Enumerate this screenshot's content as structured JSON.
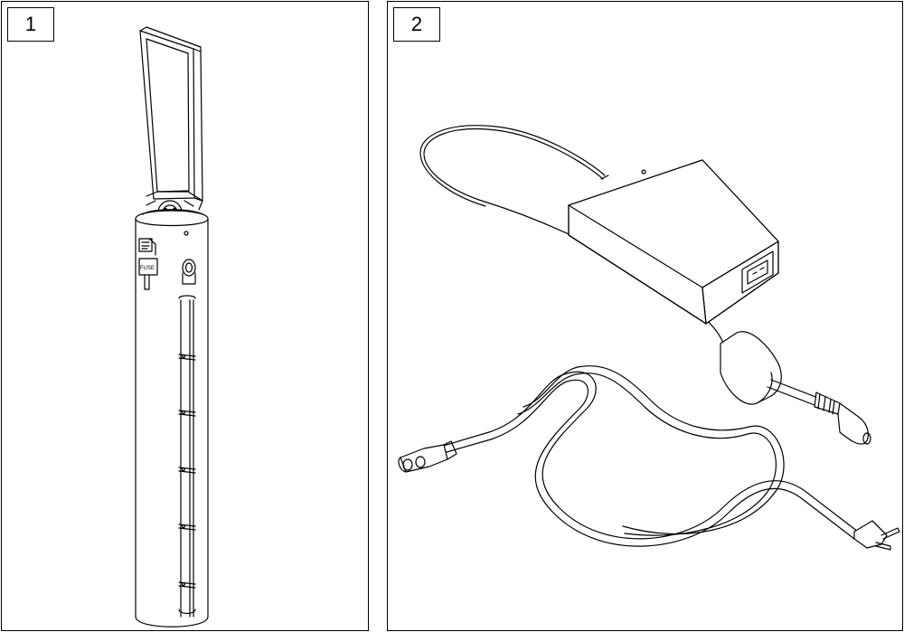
{
  "panels": [
    {
      "number": "1",
      "illustration": "battery-pack-icon"
    },
    {
      "number": "2",
      "illustration": "power-adapter-icon"
    }
  ],
  "battery": {
    "label": "FUSE"
  }
}
